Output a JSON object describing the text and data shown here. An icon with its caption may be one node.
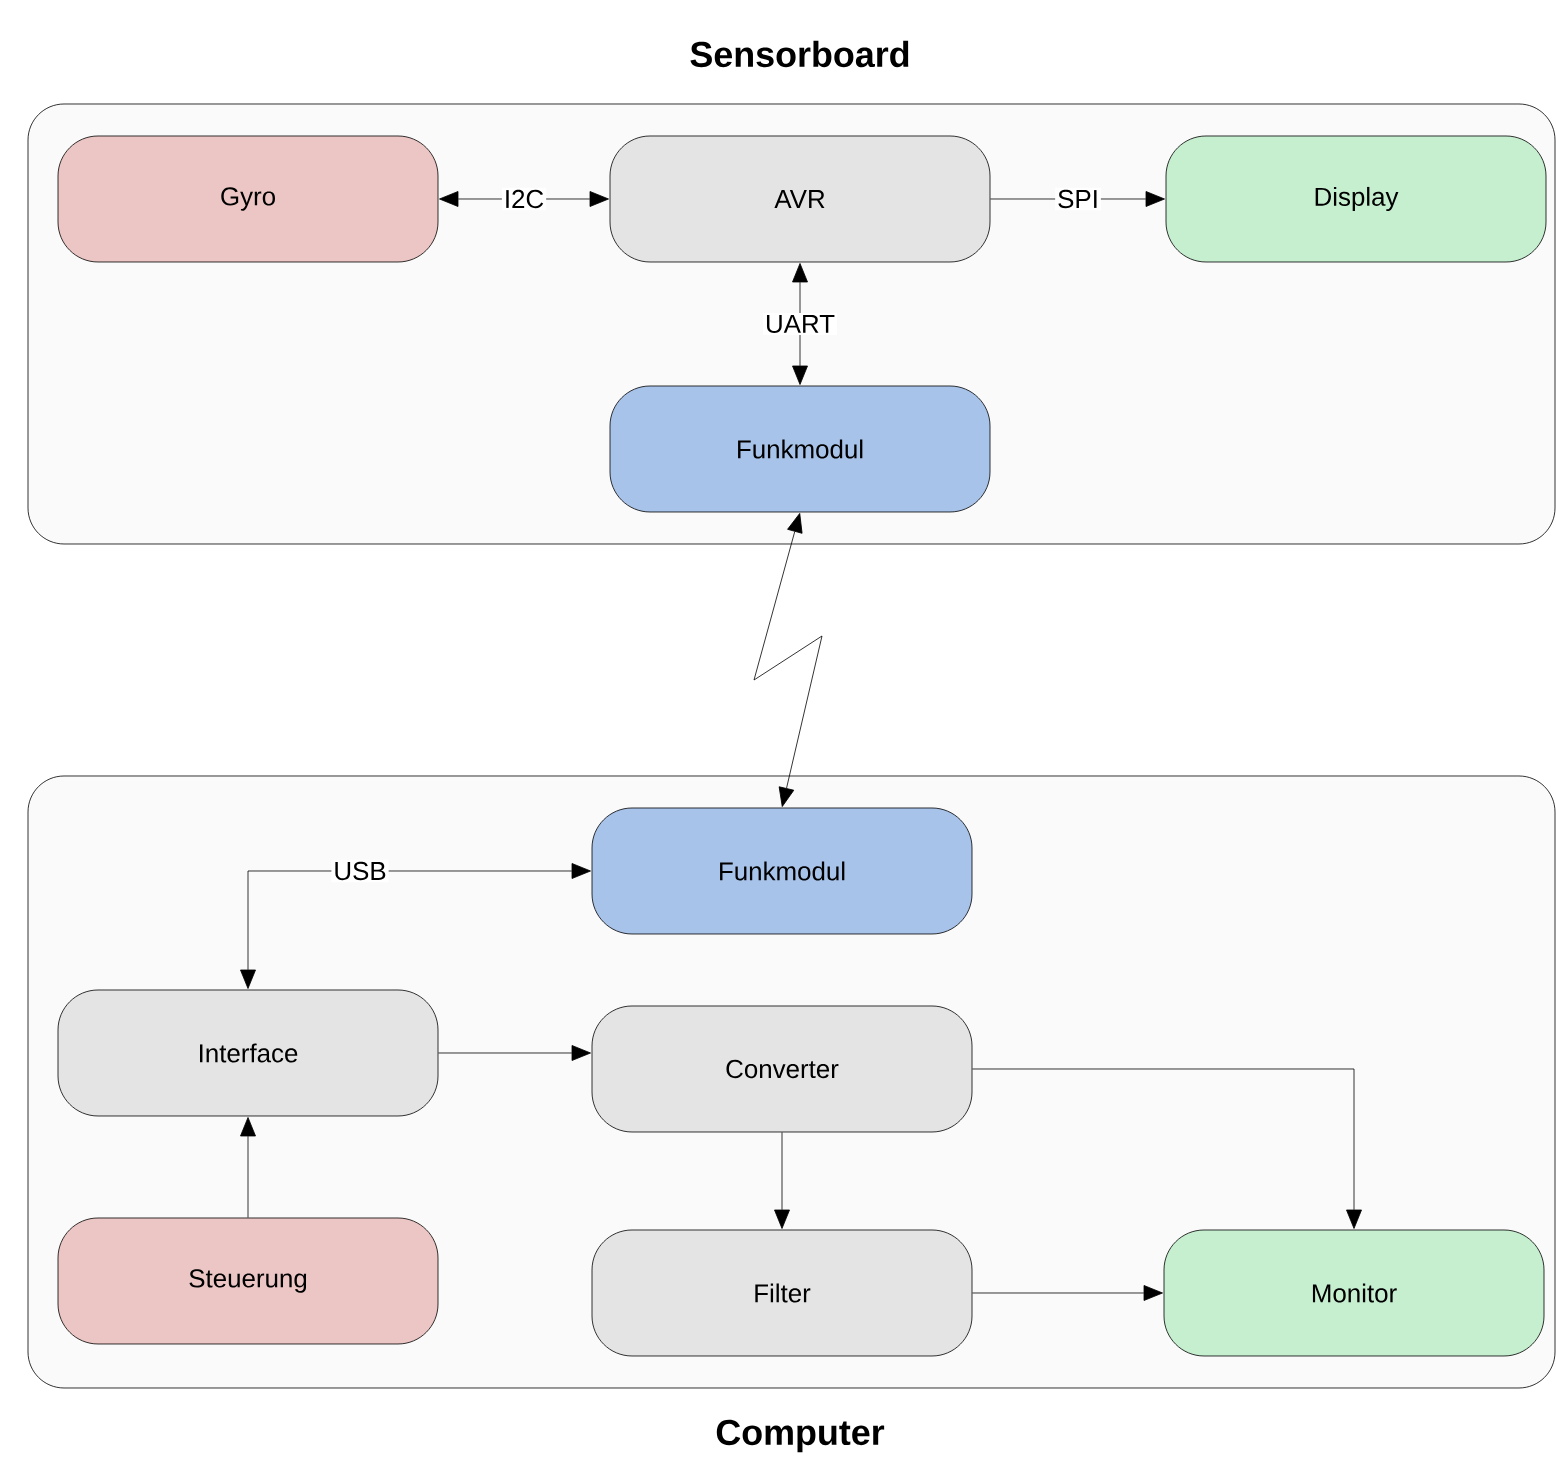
{
  "diagram": {
    "nodes": [
      {
        "text": [
          "Sensorboard"
        ]
      },
      {
        "text": [
          "Gyro"
        ],
        "in": 0
      },
      {
        "text": [
          "AVR"
        ],
        "in": 0
      },
      {
        "text": [
          "Display"
        ],
        "in": 0
      },
      {
        "text": [
          "Funkmodul"
        ],
        "in": 0
      },
      {
        "text": [
          "Computer"
        ]
      },
      {
        "text": [
          "Funkmodul"
        ],
        "in": 5
      },
      {
        "text": [
          "Interface"
        ],
        "in": 5
      },
      {
        "text": [
          "Converter"
        ],
        "in": 5
      },
      {
        "text": [
          "Steuerung"
        ],
        "in": 5
      },
      {
        "text": [
          "Filter"
        ],
        "in": 5
      },
      {
        "text": [
          "Monitor"
        ],
        "in": 5
      }
    ],
    "edges": [
      {
        "from": 1,
        "to": 2,
        "arrow": "both",
        "label": "I2C"
      },
      {
        "from": 2,
        "to": 3,
        "arrow": "to",
        "label": "SPI"
      },
      {
        "from": 2,
        "to": 4,
        "arrow": "both",
        "label": "UART"
      },
      {
        "from": 4,
        "to": 6,
        "arrow": "both"
      },
      {
        "from": 7,
        "to": 6,
        "arrow": "both",
        "label": "USB"
      },
      {
        "from": 7,
        "to": 8,
        "arrow": "to"
      },
      {
        "from": 9,
        "to": 7,
        "arrow": "to"
      },
      {
        "from": 8,
        "to": 10,
        "arrow": "to"
      },
      {
        "from": 8,
        "to": 11,
        "arrow": "to"
      },
      {
        "from": 10,
        "to": 11,
        "arrow": "to"
      }
    ]
  }
}
